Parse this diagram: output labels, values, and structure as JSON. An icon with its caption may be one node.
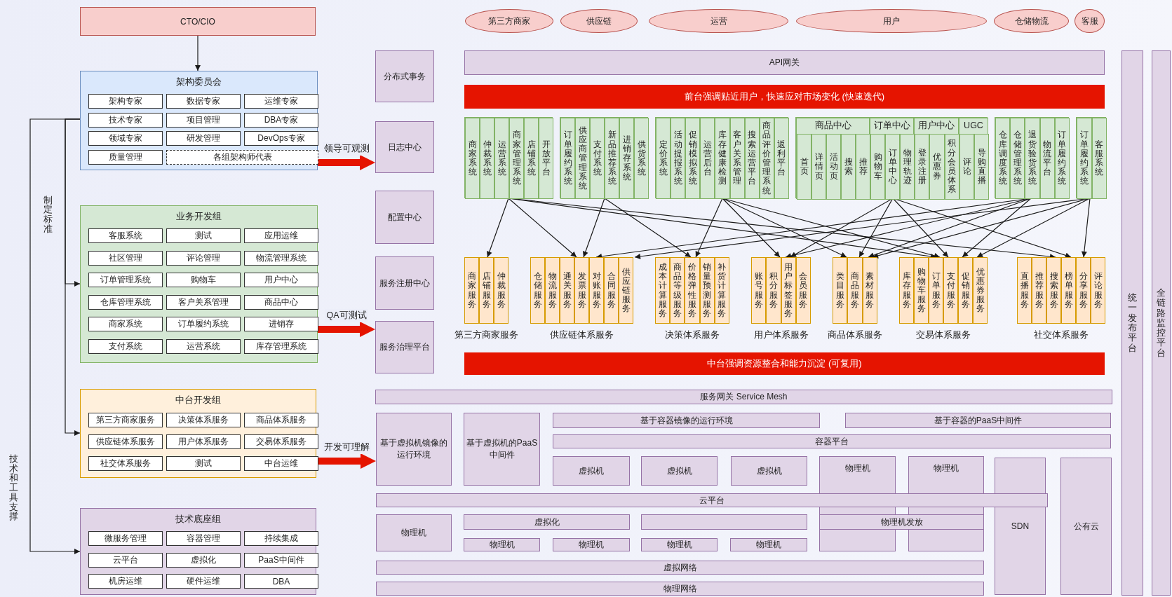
{
  "diagram": {
    "nodes": [
      {
        "text": [
          "CTO/CIO"
        ]
      },
      {
        "text": [
          "架构委员会"
        ]
      },
      {
        "text": [
          "架构专家"
        ],
        "in": 1
      },
      {
        "text": [
          "数据专家"
        ],
        "in": 1
      },
      {
        "text": [
          "运维专家"
        ],
        "in": 1
      },
      {
        "text": [
          "技术专家"
        ],
        "in": 1
      },
      {
        "text": [
          "项目管理"
        ],
        "in": 1
      },
      {
        "text": [
          "DBA专家"
        ],
        "in": 1
      },
      {
        "text": [
          "领域专家"
        ],
        "in": 1
      },
      {
        "text": [
          "研发管理"
        ],
        "in": 1
      },
      {
        "text": [
          "DevOps专家"
        ],
        "in": 1
      },
      {
        "text": [
          "质量管理"
        ],
        "in": 1
      },
      {
        "text": [
          "各组架构师代表"
        ],
        "in": 1
      },
      {
        "text": [
          "业务开发组"
        ]
      },
      {
        "text": [
          "客服系统"
        ],
        "in": 13
      },
      {
        "text": [
          "测试"
        ],
        "in": 13
      },
      {
        "text": [
          "应用运维"
        ],
        "in": 13
      },
      {
        "text": [
          "社区管理"
        ],
        "in": 13
      },
      {
        "text": [
          "评论管理"
        ],
        "in": 13
      },
      {
        "text": [
          "物流管理系统"
        ],
        "in": 13
      },
      {
        "text": [
          "订单管理系统"
        ],
        "in": 13
      },
      {
        "text": [
          "购物车"
        ],
        "in": 13
      },
      {
        "text": [
          "用户中心"
        ],
        "in": 13
      },
      {
        "text": [
          "仓库管理系统"
        ],
        "in": 13
      },
      {
        "text": [
          "客户关系管理"
        ],
        "in": 13
      },
      {
        "text": [
          "商品中心"
        ],
        "in": 13
      },
      {
        "text": [
          "商家系统"
        ],
        "in": 13
      },
      {
        "text": [
          "订单履约系统"
        ],
        "in": 13
      },
      {
        "text": [
          "进销存"
        ],
        "in": 13
      },
      {
        "text": [
          "支付系统"
        ],
        "in": 13
      },
      {
        "text": [
          "运营系统"
        ],
        "in": 13
      },
      {
        "text": [
          "库存管理系统"
        ],
        "in": 13
      },
      {
        "text": [
          "中台开发组"
        ]
      },
      {
        "text": [
          "第三方商家服务"
        ],
        "in": 32
      },
      {
        "text": [
          "决策体系服务"
        ],
        "in": 32
      },
      {
        "text": [
          "商品体系服务"
        ],
        "in": 32
      },
      {
        "text": [
          "供应链体系服务"
        ],
        "in": 32
      },
      {
        "text": [
          "用户体系服务"
        ],
        "in": 32
      },
      {
        "text": [
          "交易体系服务"
        ],
        "in": 32
      },
      {
        "text": [
          "社交体系服务"
        ],
        "in": 32
      },
      {
        "text": [
          "测试"
        ],
        "in": 32
      },
      {
        "text": [
          "中台运维"
        ],
        "in": 32
      },
      {
        "text": [
          "技术底座组"
        ]
      },
      {
        "text": [
          "微服务管理"
        ],
        "in": 42
      },
      {
        "text": [
          "容器管理"
        ],
        "in": 42
      },
      {
        "text": [
          "持续集成"
        ],
        "in": 42
      },
      {
        "text": [
          "云平台"
        ],
        "in": 42
      },
      {
        "text": [
          "虚拟化"
        ],
        "in": 42
      },
      {
        "text": [
          "PaaS中间件"
        ],
        "in": 42
      },
      {
        "text": [
          "机房运维"
        ],
        "in": 42
      },
      {
        "text": [
          "硬件运维"
        ],
        "in": 42
      },
      {
        "text": [
          "DBA"
        ],
        "in": 42
      },
      {
        "text": [
          "第三方商家"
        ]
      },
      {
        "text": [
          "供应链"
        ]
      },
      {
        "text": [
          "运营"
        ]
      },
      {
        "text": [
          "用户"
        ]
      },
      {
        "text": [
          "仓储物流"
        ]
      },
      {
        "text": [
          "客服"
        ]
      },
      {
        "text": [
          "分布式事务"
        ]
      },
      {
        "text": [
          "API网关"
        ]
      },
      {
        "text": [
          "统一发布平台"
        ]
      },
      {
        "text": [
          "全链路监控平台"
        ]
      },
      {
        "text": [
          "前台强调贴近用户，快速应对市场变化 (快速迭代)"
        ]
      },
      {
        "text": [
          "日志中心"
        ]
      },
      {
        "text": [],
        "shape": "box"
      },
      {
        "text": [
          "商家系统"
        ],
        "in": 64
      },
      {
        "text": [
          "仲裁系统"
        ],
        "in": 64
      },
      {
        "text": [
          "运营系统"
        ],
        "in": 64
      },
      {
        "text": [
          "商家管理系统"
        ],
        "in": 64
      },
      {
        "text": [
          "店铺系统"
        ],
        "in": 64
      },
      {
        "text": [
          "开放平台"
        ],
        "in": 64
      },
      {
        "text": [],
        "shape": "box"
      },
      {
        "text": [
          "订单履约系统"
        ],
        "in": 71
      },
      {
        "text": [
          "供应商管理系统"
        ],
        "in": 71
      },
      {
        "text": [
          "支付系统"
        ],
        "in": 71
      },
      {
        "text": [
          "新品推荐系统"
        ],
        "in": 71
      },
      {
        "text": [
          "进销存系统"
        ],
        "in": 71
      },
      {
        "text": [
          "供货系统"
        ],
        "in": 71
      },
      {
        "text": [],
        "shape": "box"
      },
      {
        "text": [
          "定价系统"
        ],
        "in": 78
      },
      {
        "text": [
          "活动提报系统"
        ],
        "in": 78
      },
      {
        "text": [
          "促销模拟系统"
        ],
        "in": 78
      },
      {
        "text": [
          "运营后台"
        ],
        "in": 78
      },
      {
        "text": [
          "库存健康检测"
        ],
        "in": 78
      },
      {
        "text": [
          "客户关系管理"
        ],
        "in": 78
      },
      {
        "text": [
          "搜索运营平台"
        ],
        "in": 78
      },
      {
        "text": [
          "商品评价管理系统"
        ],
        "in": 78
      },
      {
        "text": [
          "返利平台"
        ],
        "in": 78
      },
      {
        "text": [],
        "shape": "box"
      },
      {
        "text": [
          "商品中心"
        ],
        "in": 88
      },
      {
        "text": [
          "首页"
        ],
        "in": 89
      },
      {
        "text": [
          "详情页"
        ],
        "in": 89
      },
      {
        "text": [
          "活动页"
        ],
        "in": 89
      },
      {
        "text": [
          "搜索"
        ],
        "in": 89
      },
      {
        "text": [
          "推荐"
        ],
        "in": 89
      },
      {
        "text": [
          "订单中心"
        ],
        "in": 88
      },
      {
        "text": [
          "购物车"
        ],
        "in": 95
      },
      {
        "text": [
          "订单中心"
        ],
        "in": 95
      },
      {
        "text": [
          "物理轨迹"
        ],
        "in": 95
      },
      {
        "text": [
          "用户中心"
        ],
        "in": 88
      },
      {
        "text": [
          "登录注册"
        ],
        "in": 99
      },
      {
        "text": [
          "优惠券"
        ],
        "in": 99
      },
      {
        "text": [
          "积分会员体系"
        ],
        "in": 99
      },
      {
        "text": [
          "UGC"
        ],
        "in": 88
      },
      {
        "text": [
          "评论"
        ],
        "in": 103
      },
      {
        "text": [
          "导购直播"
        ],
        "in": 103
      },
      {
        "text": [],
        "shape": "box"
      },
      {
        "text": [
          "仓库调度系统"
        ],
        "in": 106
      },
      {
        "text": [
          "仓储管理系统"
        ],
        "in": 106
      },
      {
        "text": [
          "退货验货系统"
        ],
        "in": 106
      },
      {
        "text": [
          "物流平台"
        ],
        "in": 106
      },
      {
        "text": [
          "订单履约系统"
        ],
        "in": 106
      },
      {
        "text": [],
        "shape": "box"
      },
      {
        "text": [
          "订单履约系统"
        ],
        "in": 112
      },
      {
        "text": [
          "客服系统"
        ],
        "in": 112
      },
      {
        "text": [
          "配置中心"
        ]
      },
      {
        "text": [
          "服务注册中心"
        ]
      },
      {
        "text": [
          "第三方商家服务"
        ]
      },
      {
        "text": [
          "商家服务"
        ],
        "in": 117
      },
      {
        "text": [
          "店铺服务"
        ],
        "in": 117
      },
      {
        "text": [
          "仲裁服务"
        ],
        "in": 117
      },
      {
        "text": [
          "供应链体系服务"
        ]
      },
      {
        "text": [
          "仓储服务"
        ],
        "in": 121
      },
      {
        "text": [
          "物流服务"
        ],
        "in": 121
      },
      {
        "text": [
          "通关服务"
        ],
        "in": 121
      },
      {
        "text": [
          "发票服务"
        ],
        "in": 121
      },
      {
        "text": [
          "对账服务"
        ],
        "in": 121
      },
      {
        "text": [
          "合同服务"
        ],
        "in": 121
      },
      {
        "text": [
          "供应链服务"
        ],
        "in": 121
      },
      {
        "text": [
          "决策体系服务"
        ]
      },
      {
        "text": [
          "成本计算服务"
        ],
        "in": 129
      },
      {
        "text": [
          "商品等级服务"
        ],
        "in": 129
      },
      {
        "text": [
          "价格弹性服务"
        ],
        "in": 129
      },
      {
        "text": [
          "销量预测服务"
        ],
        "in": 129
      },
      {
        "text": [
          "补货计算服务"
        ],
        "in": 129
      },
      {
        "text": [
          "用户体系服务"
        ]
      },
      {
        "text": [
          "账号服务"
        ],
        "in": 135
      },
      {
        "text": [
          "积分服务"
        ],
        "in": 135
      },
      {
        "text": [
          "用户标签服务"
        ],
        "in": 135
      },
      {
        "text": [
          "会员服务"
        ],
        "in": 135
      },
      {
        "text": [
          "商品体系服务"
        ]
      },
      {
        "text": [
          "类目服务"
        ],
        "in": 140
      },
      {
        "text": [
          "商品服务"
        ],
        "in": 140
      },
      {
        "text": [
          "素材服务"
        ],
        "in": 140
      },
      {
        "text": [
          "交易体系服务"
        ]
      },
      {
        "text": [
          "库存服务"
        ],
        "in": 144
      },
      {
        "text": [
          "购物车服务"
        ],
        "in": 144
      },
      {
        "text": [
          "订单服务"
        ],
        "in": 144
      },
      {
        "text": [
          "支付服务"
        ],
        "in": 144
      },
      {
        "text": [
          "促销服务"
        ],
        "in": 144
      },
      {
        "text": [
          "优惠券服务"
        ],
        "in": 144
      },
      {
        "text": [
          "社交体系服务"
        ]
      },
      {
        "text": [
          "直播服务"
        ],
        "in": 151
      },
      {
        "text": [
          "推荐服务"
        ],
        "in": 151
      },
      {
        "text": [
          "搜索服务"
        ],
        "in": 151
      },
      {
        "text": [
          "榜单服务"
        ],
        "in": 151
      },
      {
        "text": [
          "分享服务"
        ],
        "in": 151
      },
      {
        "text": [
          "评论服务"
        ],
        "in": 151
      },
      {
        "text": [
          "服务治理平台"
        ]
      },
      {
        "text": [
          "中台强调资源整合和能力沉淀 (可复用)"
        ]
      },
      {
        "text": [
          "服务网关 Service Mesh"
        ]
      },
      {
        "text": [
          "基于虚拟机镜像的运行环境"
        ]
      },
      {
        "text": [
          "基于虚拟机的PaaS中间件"
        ]
      },
      {
        "text": [
          "基于容器镜像的运行环境"
        ]
      },
      {
        "text": [
          "基于容器的PaaS中间件"
        ]
      },
      {
        "text": [
          "容器平台"
        ]
      },
      {
        "text": [
          "虚拟机"
        ]
      },
      {
        "text": [
          "虚拟机"
        ]
      },
      {
        "text": [
          "虚拟机"
        ]
      },
      {
        "text": [
          "物理机"
        ]
      },
      {
        "text": [
          "物理机"
        ]
      },
      {
        "text": [
          "SDN"
        ]
      },
      {
        "text": [
          "公有云"
        ]
      },
      {
        "text": [
          "云平台"
        ]
      },
      {
        "text": [
          "物理机"
        ]
      },
      {
        "text": [
          "虚拟化"
        ]
      },
      {
        "text": [],
        "shape": "box"
      },
      {
        "text": [
          "物理机发放"
        ]
      },
      {
        "text": [
          "物理机"
        ]
      },
      {
        "text": [
          "物理机"
        ]
      },
      {
        "text": [
          "物理机"
        ]
      },
      {
        "text": [
          "物理机"
        ]
      },
      {
        "text": [
          "虚拟网络"
        ]
      },
      {
        "text": [
          "物理网络"
        ]
      }
    ],
    "edges": [
      {
        "from": 0,
        "to": 1,
        "arrow": "to"
      },
      {
        "from": 1,
        "to": 13,
        "arrow": "to",
        "label": "制定标准"
      },
      {
        "from": 1,
        "to": 32,
        "arrow": "to"
      },
      {
        "from": 1,
        "to": 42,
        "arrow": "to",
        "label": "技术和工具支撑"
      },
      {
        "from": 1,
        "to": 63,
        "arrow": "to",
        "label": "领导可观测",
        "style": "thick",
        "color": "#e51400"
      },
      {
        "from": 13,
        "to": 158,
        "arrow": "to",
        "label": "QA可测试",
        "style": "thick",
        "color": "#e51400"
      },
      {
        "from": 32,
        "to": 161,
        "arrow": "to",
        "label": "开发可理解",
        "style": "thick",
        "color": "#e51400"
      },
      {
        "from": 64,
        "to": 117,
        "arrow": "to"
      },
      {
        "from": 64,
        "to": 121,
        "arrow": "to"
      },
      {
        "from": 64,
        "to": 144,
        "arrow": "to"
      },
      {
        "from": 64,
        "to": 151,
        "arrow": "to"
      },
      {
        "from": 71,
        "to": 121,
        "arrow": "to"
      },
      {
        "from": 71,
        "to": 129,
        "arrow": "to"
      },
      {
        "from": 78,
        "to": 129,
        "arrow": "to"
      },
      {
        "from": 78,
        "to": 135,
        "arrow": "to"
      },
      {
        "from": 78,
        "to": 140,
        "arrow": "to"
      },
      {
        "from": 78,
        "to": 144,
        "arrow": "to"
      },
      {
        "from": 88,
        "to": 135,
        "arrow": "to"
      },
      {
        "from": 88,
        "to": 140,
        "arrow": "to"
      },
      {
        "from": 88,
        "to": 144,
        "arrow": "to"
      },
      {
        "from": 88,
        "to": 151,
        "arrow": "to"
      },
      {
        "from": 106,
        "to": 121,
        "arrow": "to"
      },
      {
        "from": 106,
        "to": 135,
        "arrow": "to"
      },
      {
        "from": 106,
        "to": 140,
        "arrow": "to"
      },
      {
        "from": 106,
        "to": 144,
        "arrow": "to"
      },
      {
        "from": 112,
        "to": 121,
        "arrow": "to"
      },
      {
        "from": 112,
        "to": 140,
        "arrow": "to"
      },
      {
        "from": 112,
        "to": 144,
        "arrow": "to"
      },
      {
        "from": 112,
        "to": 151,
        "arrow": "to"
      }
    ]
  }
}
